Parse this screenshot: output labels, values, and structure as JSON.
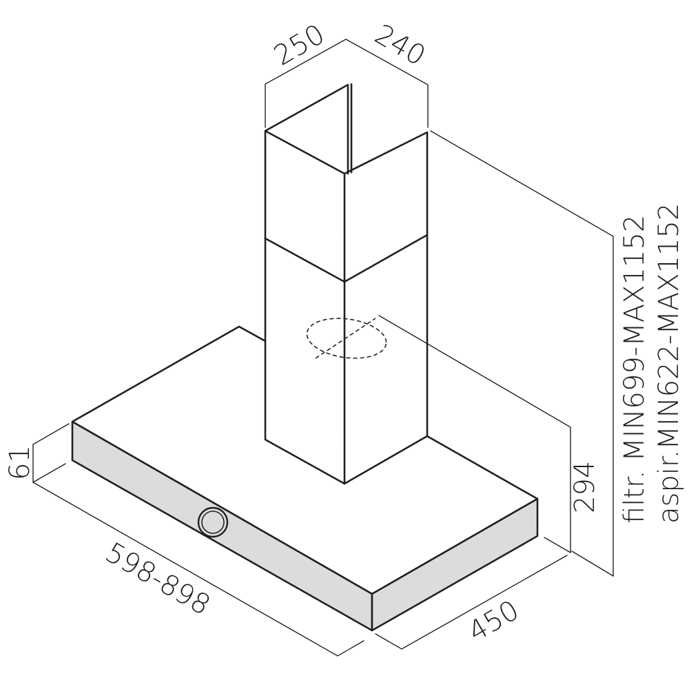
{
  "dimensions": {
    "chimney_width": "250",
    "chimney_depth": "240",
    "height_filter": "filtr. MIN699-MAX1152",
    "height_extraction": "aspir.MIN622-MAX1152",
    "canopy_height": "294",
    "canopy_depth": "450",
    "hood_width": "598-898",
    "front_thickness": "61"
  },
  "colors": {
    "line": "#231f20",
    "front_panel": "#dcdcdc",
    "background": "#ffffff"
  },
  "icons": [
    "control-knob-icon"
  ]
}
